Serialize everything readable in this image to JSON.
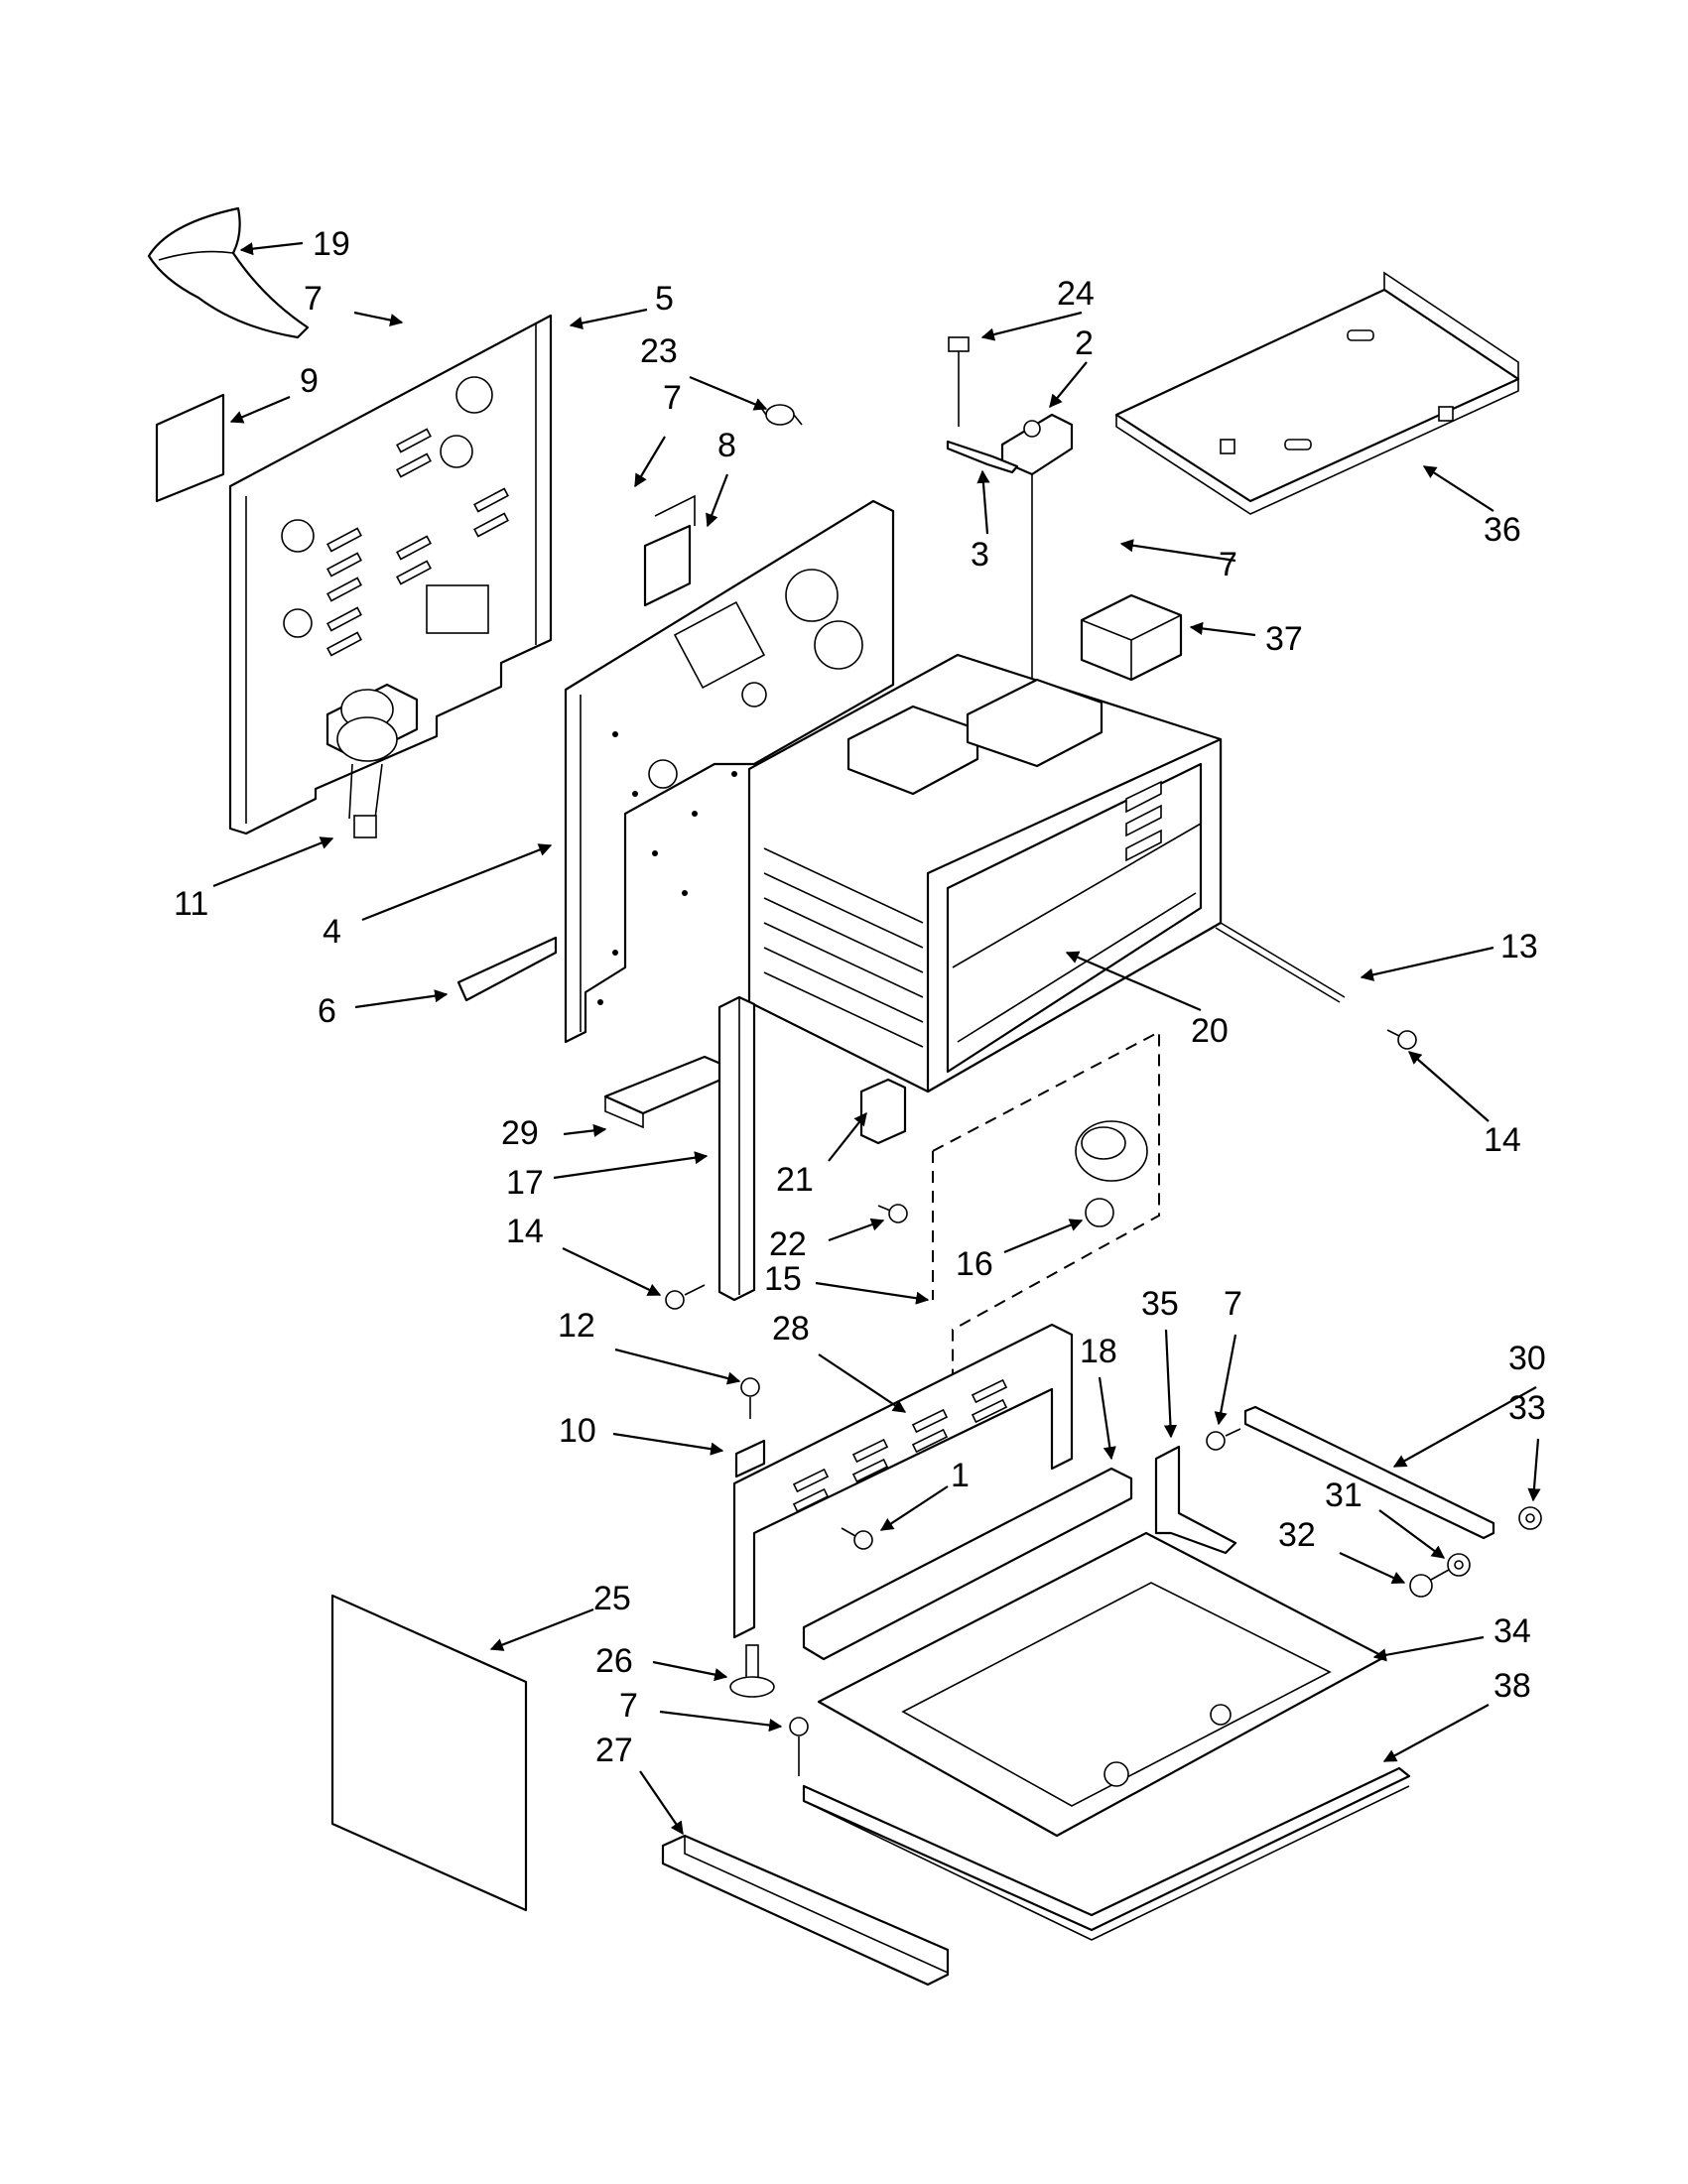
{
  "callouts": [
    {
      "id": "c19a",
      "label": "19"
    },
    {
      "id": "c7a",
      "label": "7"
    },
    {
      "id": "c5",
      "label": "5"
    },
    {
      "id": "c9",
      "label": "9"
    },
    {
      "id": "c23",
      "label": "23"
    },
    {
      "id": "c7b",
      "label": "7"
    },
    {
      "id": "c8",
      "label": "8"
    },
    {
      "id": "c24",
      "label": "24"
    },
    {
      "id": "c2",
      "label": "2"
    },
    {
      "id": "c3",
      "label": "3"
    },
    {
      "id": "c36",
      "label": "36"
    },
    {
      "id": "c7c",
      "label": "7"
    },
    {
      "id": "c37",
      "label": "37"
    },
    {
      "id": "c11",
      "label": "11"
    },
    {
      "id": "c4",
      "label": "4"
    },
    {
      "id": "c6",
      "label": "6"
    },
    {
      "id": "c13",
      "label": "13"
    },
    {
      "id": "c20",
      "label": "20"
    },
    {
      "id": "c14a",
      "label": "14"
    },
    {
      "id": "c29",
      "label": "29"
    },
    {
      "id": "c17",
      "label": "17"
    },
    {
      "id": "c21",
      "label": "21"
    },
    {
      "id": "c14b",
      "label": "14"
    },
    {
      "id": "c22",
      "label": "22"
    },
    {
      "id": "c16",
      "label": "16"
    },
    {
      "id": "c15",
      "label": "15"
    },
    {
      "id": "c35",
      "label": "35"
    },
    {
      "id": "c7d",
      "label": "7"
    },
    {
      "id": "c30",
      "label": "30"
    },
    {
      "id": "c33",
      "label": "33"
    },
    {
      "id": "c12",
      "label": "12"
    },
    {
      "id": "c28",
      "label": "28"
    },
    {
      "id": "c18",
      "label": "18"
    },
    {
      "id": "c10",
      "label": "10"
    },
    {
      "id": "c1",
      "label": "1"
    },
    {
      "id": "c31",
      "label": "31"
    },
    {
      "id": "c32",
      "label": "32"
    },
    {
      "id": "c25",
      "label": "25"
    },
    {
      "id": "c34",
      "label": "34"
    },
    {
      "id": "c26",
      "label": "26"
    },
    {
      "id": "c38",
      "label": "38"
    },
    {
      "id": "c7e",
      "label": "7"
    },
    {
      "id": "c27",
      "label": "27"
    }
  ]
}
